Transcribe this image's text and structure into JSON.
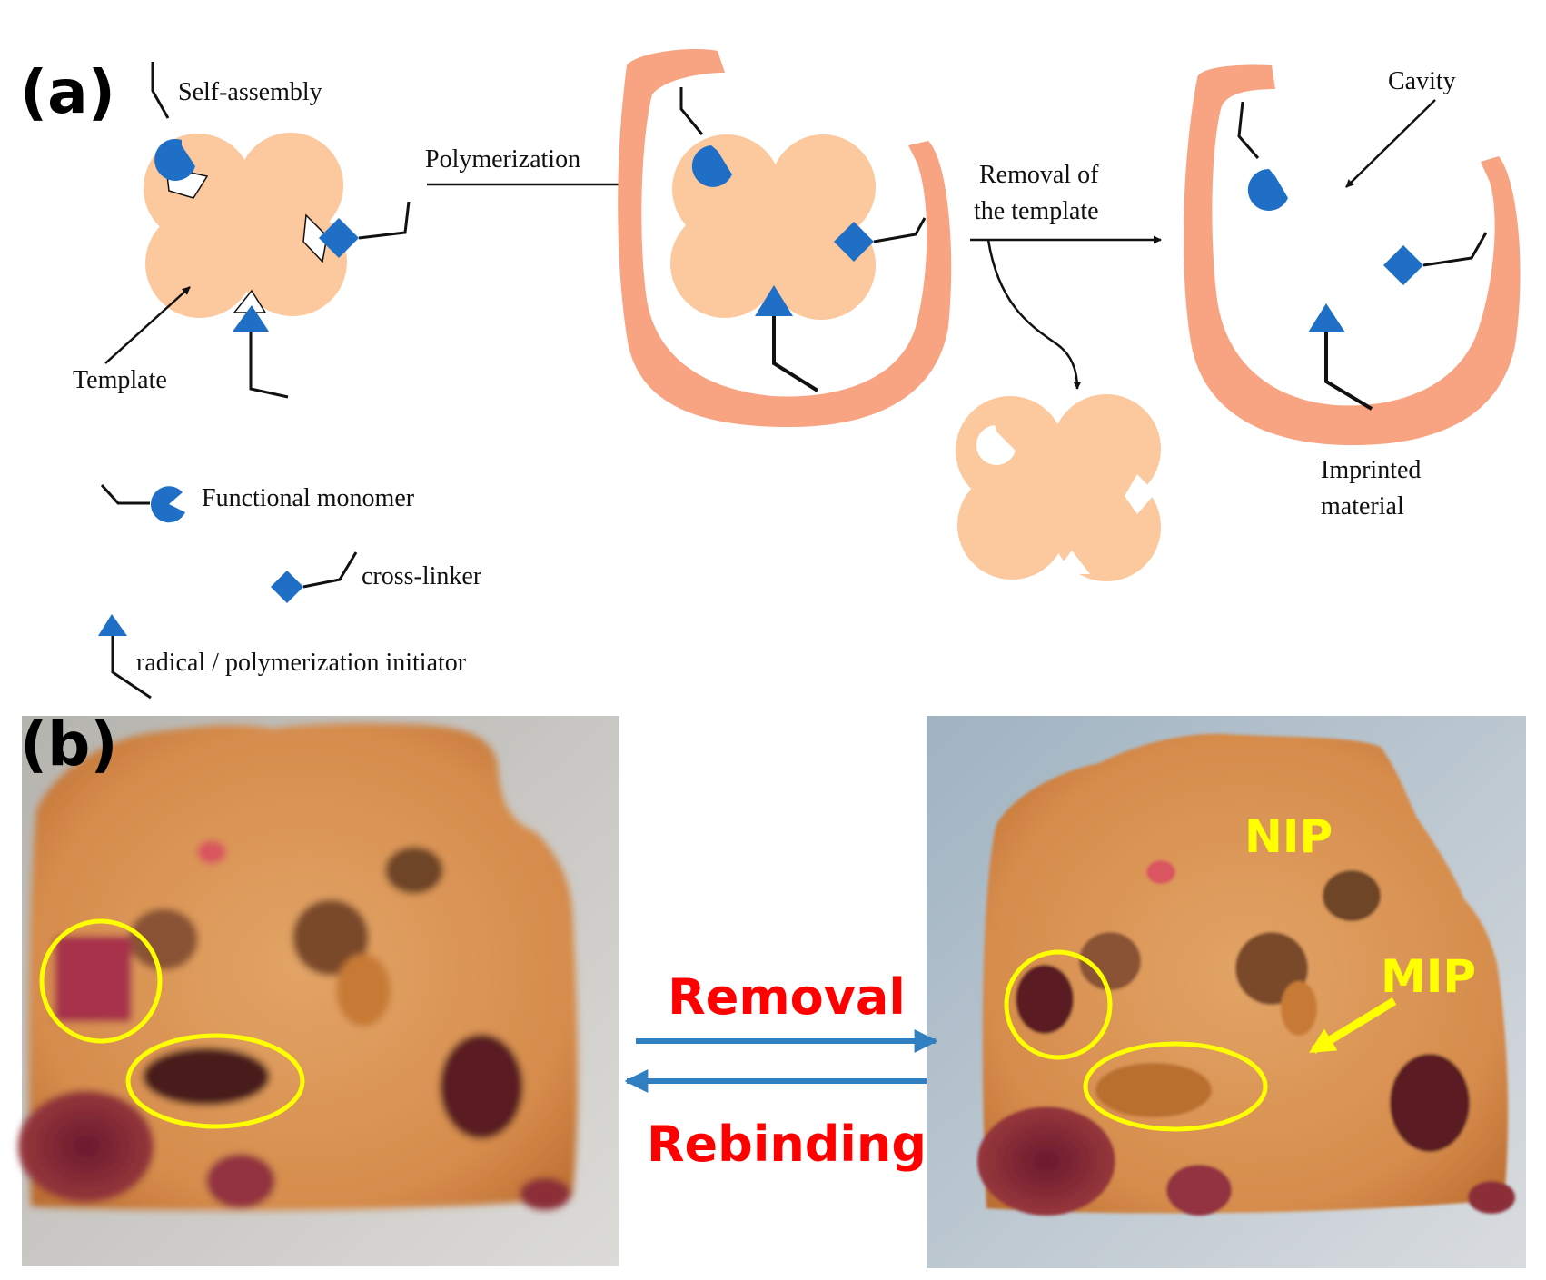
{
  "panel_a": {
    "label": "(a)",
    "self_assembly": "Self-assembly",
    "template": "Template",
    "polymerization": "Polymerization",
    "removal_line1": "Removal of",
    "removal_line2": "the template",
    "cavity": "Cavity",
    "imprinted_line1": "Imprinted",
    "imprinted_line2": "material",
    "legend": {
      "functional_monomer": "Functional  monomer",
      "cross_linker": "cross-linker",
      "initiator": "radical / polymerization initiator"
    }
  },
  "panel_b": {
    "label": "(b)",
    "removal": "Removal",
    "rebinding": "Rebinding",
    "nip": "NIP",
    "mip": "MIP"
  },
  "colors": {
    "template": "#fcc89e",
    "polymer": "#f8a382",
    "monomer": "#1f6fc6",
    "arrow_blue": "#2f7fc1",
    "label_red": "#ff0000",
    "label_yellow": "#ffff00",
    "cake": "#d98f52",
    "photo_bg": "#a9a8a4"
  }
}
